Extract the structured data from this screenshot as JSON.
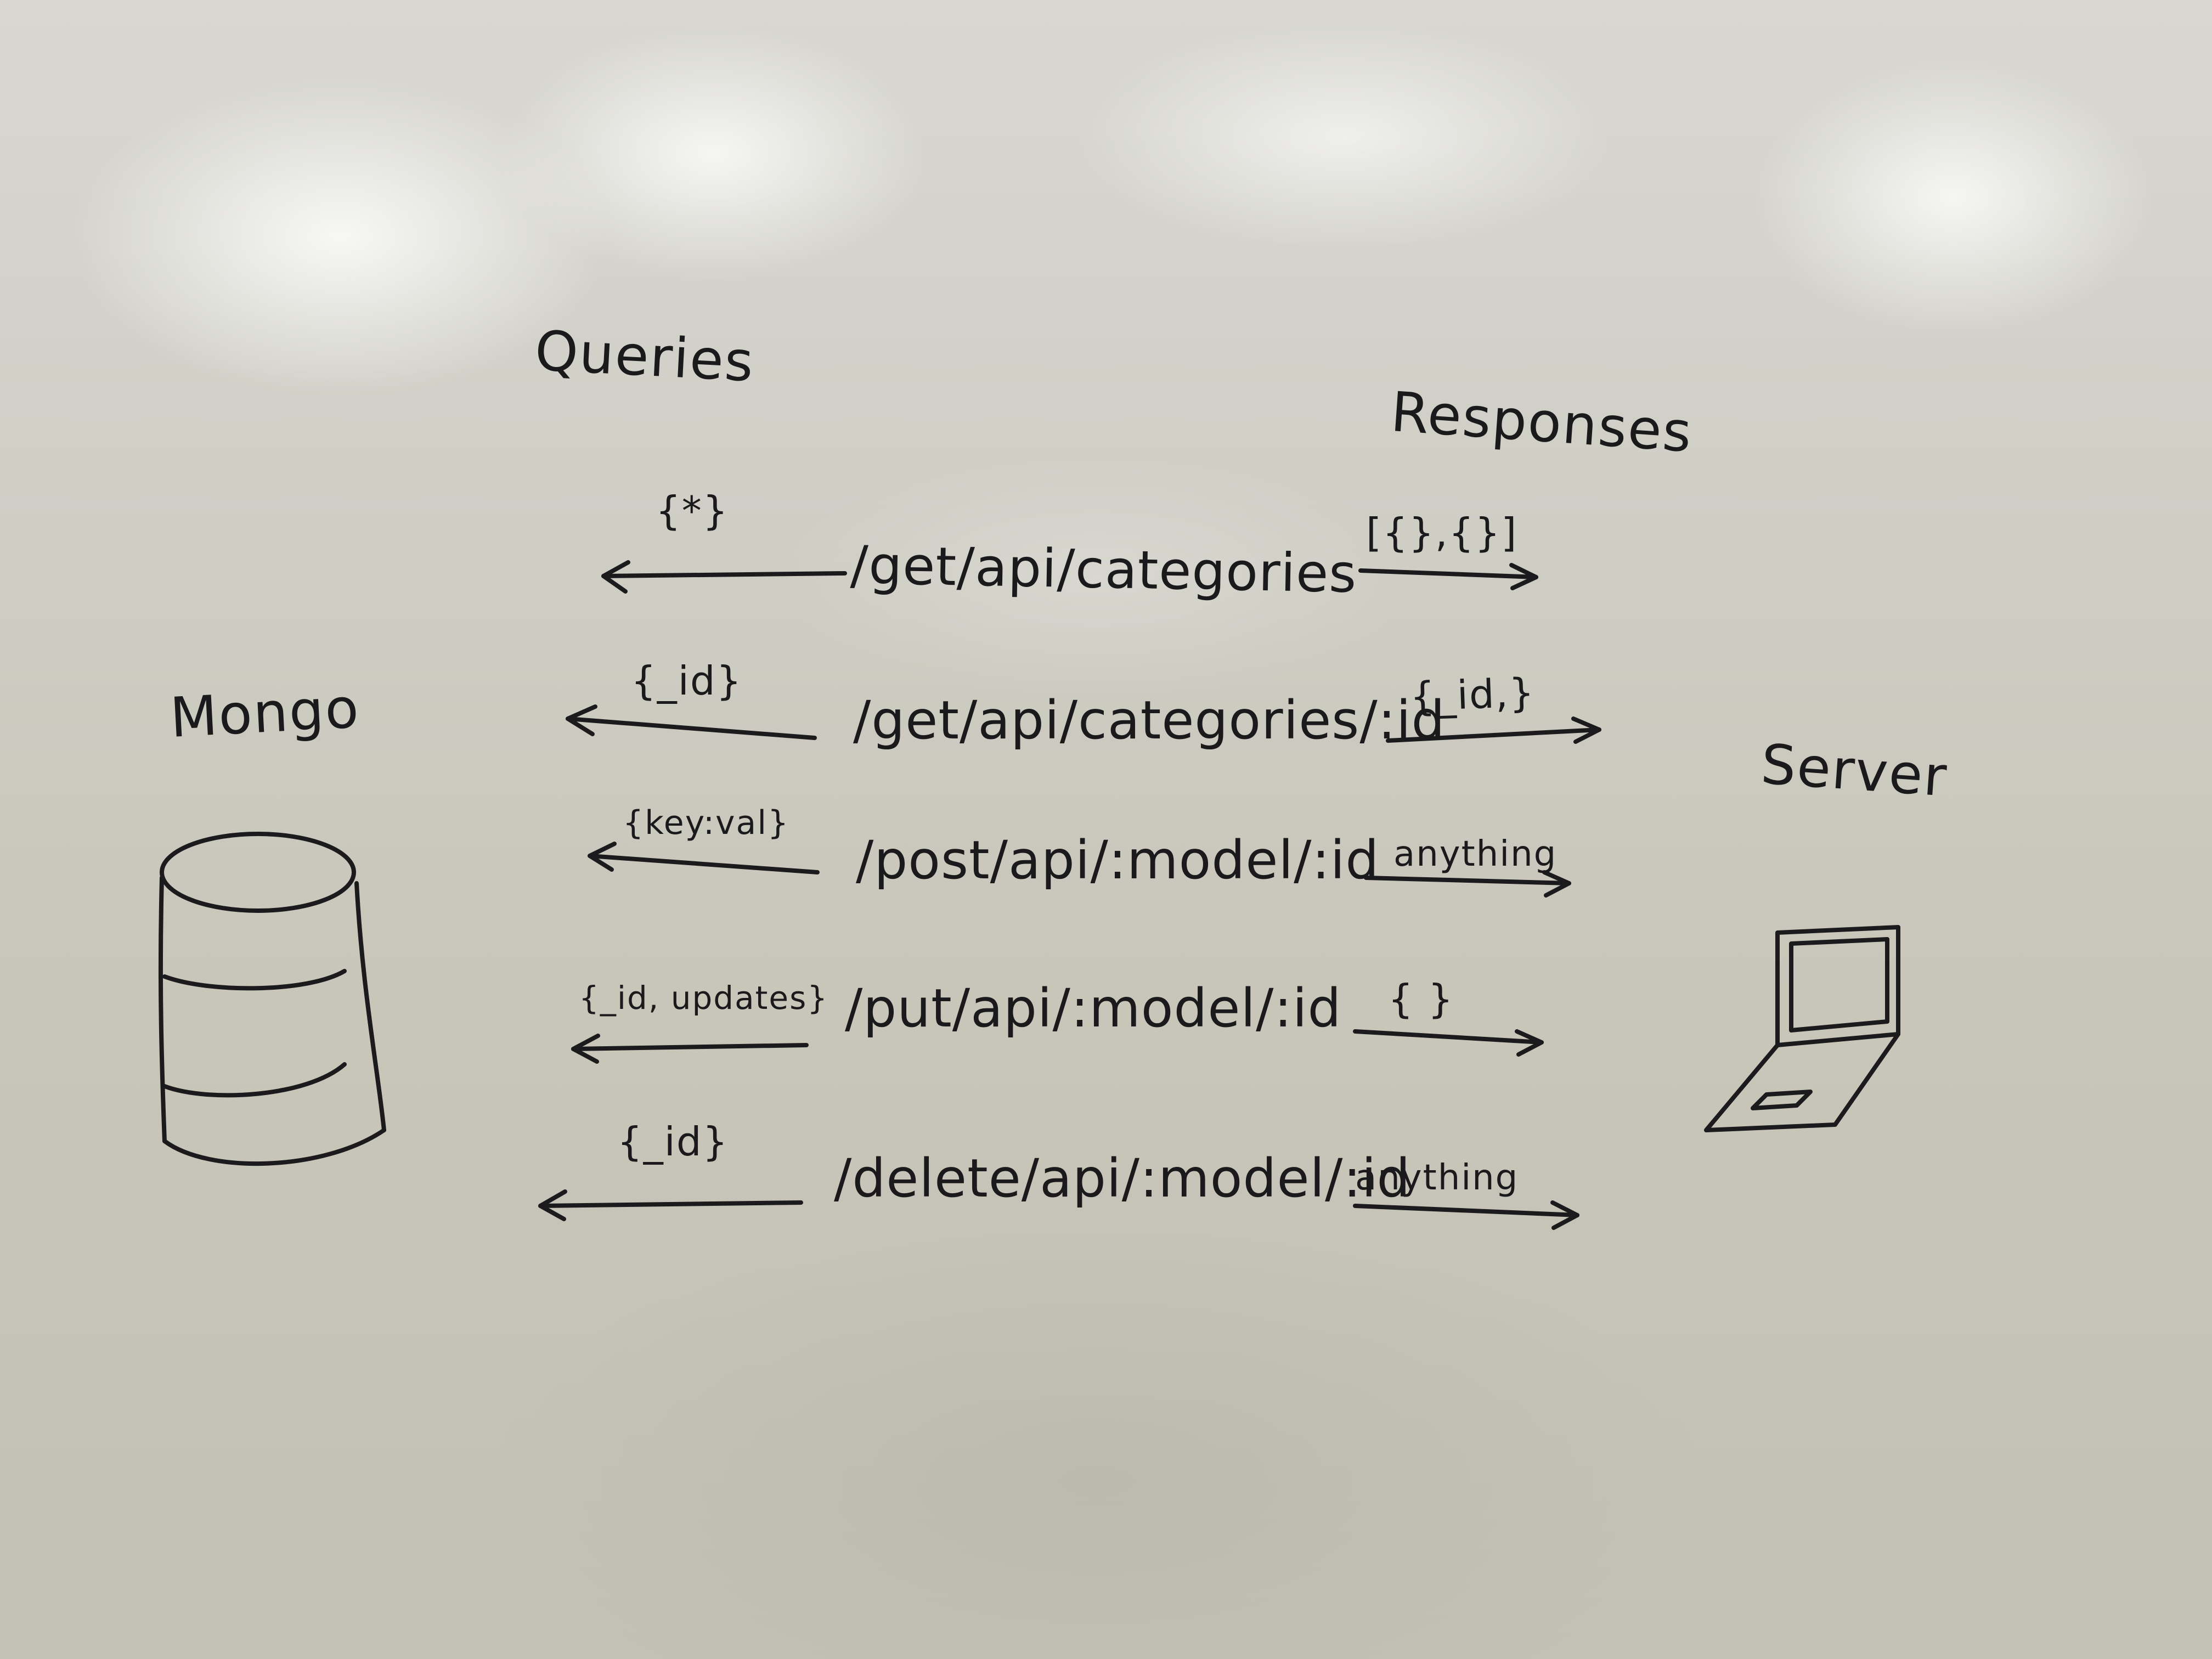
{
  "headings": {
    "queries": "Queries",
    "responses": "Responses"
  },
  "database": {
    "label": "Mongo",
    "icon": "database-cylinder-icon"
  },
  "server": {
    "label": "Server",
    "icon": "laptop-icon"
  },
  "routes": [
    {
      "query": "{*}",
      "endpoint": "/get/api/categories",
      "response": "[{},{}]"
    },
    {
      "query": "{_id}",
      "endpoint": "/get/api/categories/:id",
      "response": "{_id,}"
    },
    {
      "query": "{key:val}",
      "endpoint": "/post/api/:model/:id",
      "response": "anything"
    },
    {
      "query": "{_id, updates}",
      "endpoint": "/put/api/:model/:id",
      "response": "{ }"
    },
    {
      "query": "{_id}",
      "endpoint": "/delete/api/:model/:id",
      "response": "anything"
    }
  ]
}
